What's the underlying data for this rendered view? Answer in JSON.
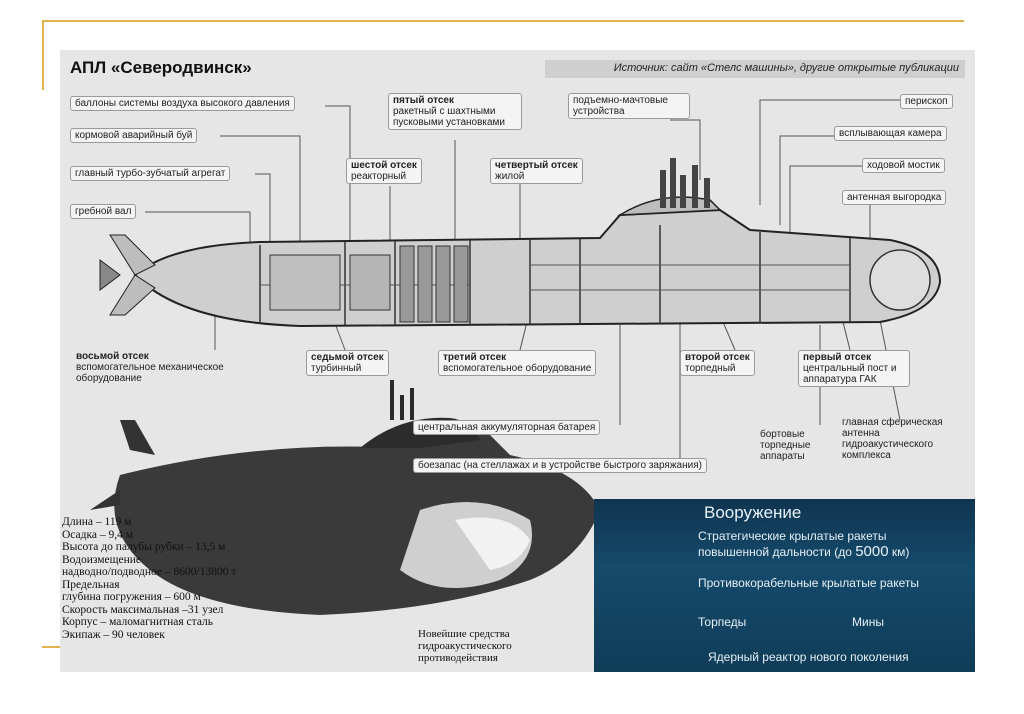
{
  "poster": {
    "title": "АПЛ «Северодвинск»",
    "source": "Источник: сайт «Стелс машины», другие открытые публикации"
  },
  "labels": {
    "balloons": "баллоны системы воздуха высокого давления",
    "buoy": "кормовой аварийный буй",
    "turbo": "главный турбо-зубчатый агрегат",
    "shaft": "гребной вал",
    "fifth_head": "пятый отсек",
    "fifth_body": "ракетный с шахтными пусковыми установками",
    "sixth_head": "шестой отсек",
    "sixth_body": "реакторный",
    "fourth_head": "четвертый отсек",
    "fourth_body": "жилой",
    "masts": "подъемно-мачтовые устройства",
    "periscope": "перископ",
    "float_chamber": "всплывающая камера",
    "bridge": "ходовой мостик",
    "antenna_fence": "антенная выгородка",
    "eighth_head": "восьмой отсек",
    "eighth_body": "вспомогательное механическое оборудование",
    "seventh_head": "седьмой отсек",
    "seventh_body": "турбинный",
    "third_head": "третий отсек",
    "third_body": "вспомогательное оборудование",
    "second_head": "второй отсек",
    "second_body": "торпедный",
    "first_head": "первый отсек",
    "first_body": "центральный пост и аппаратура ГАК",
    "battery": "центральная аккумуляторная батарея",
    "ammo": "боезапас (на стеллажах и в устройстве быстрого заряжания)",
    "side_tubes": "бортовые торпедные аппараты",
    "sonar": "главная сферическая антенна гидроакустического комплекса"
  },
  "specs": [
    "Длина – 119 м",
    "Осадка – 9,4 м",
    "Высота до палубы рубки – 13,5 м",
    "Водоизмещение",
    "надводно/подводное – 8600/13800 т",
    "Предельная",
    "глубина погружения – 600 м",
    "Скорость максимальная –31 узел",
    "Корпус – маломагнитная сталь",
    "Экипаж – 90 человек"
  ],
  "countermeasures": "Новейшие средства гидроакустического противодействия",
  "armament": {
    "title": "Вооружение",
    "strategic_line1": "Стратегические крылатые ракеты",
    "strategic_line2_prefix": "повышенной дальности (до ",
    "strategic_range": "5000",
    "strategic_line2_suffix": " км)",
    "antiship": "Противокорабельные крылатые ракеты",
    "torpedoes": "Торпеды",
    "mines": "Мины",
    "reactor": "Ядерный реактор нового поколения"
  },
  "colors": {
    "frame": "#e3b44e",
    "armament_bg": "#154a6b",
    "poster_bg": "#e6e6e6"
  }
}
